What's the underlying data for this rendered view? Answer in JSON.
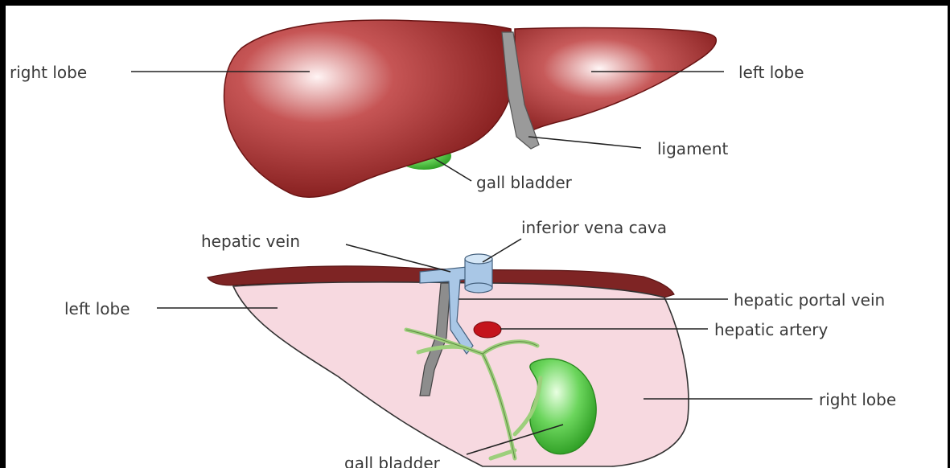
{
  "labels": {
    "top_right_lobe": "right lobe",
    "top_left_lobe": "left lobe",
    "ligament": "ligament",
    "top_gall_bladder": "gall bladder",
    "inferior_vena_cava": "inferior vena cava",
    "hepatic_vein": "hepatic vein",
    "bottom_left_lobe": "left lobe",
    "hepatic_portal_vein": "hepatic portal vein",
    "hepatic_artery": "hepatic artery",
    "bottom_right_lobe": "right lobe",
    "bottom_gall_bladder": "gall bladder"
  },
  "colors": {
    "liver_dark": "#8e1c1c",
    "liver_mid": "#b33a3a",
    "liver_light": "#f5dede",
    "liver_underside": "#f7d9e0",
    "gall_bladder": "#44c234",
    "vena_cava": "#a9c7e6",
    "artery": "#c4141c",
    "bile_duct": "#b8e29a",
    "ligament": "#8d8d8d",
    "leader_line": "#222222"
  }
}
